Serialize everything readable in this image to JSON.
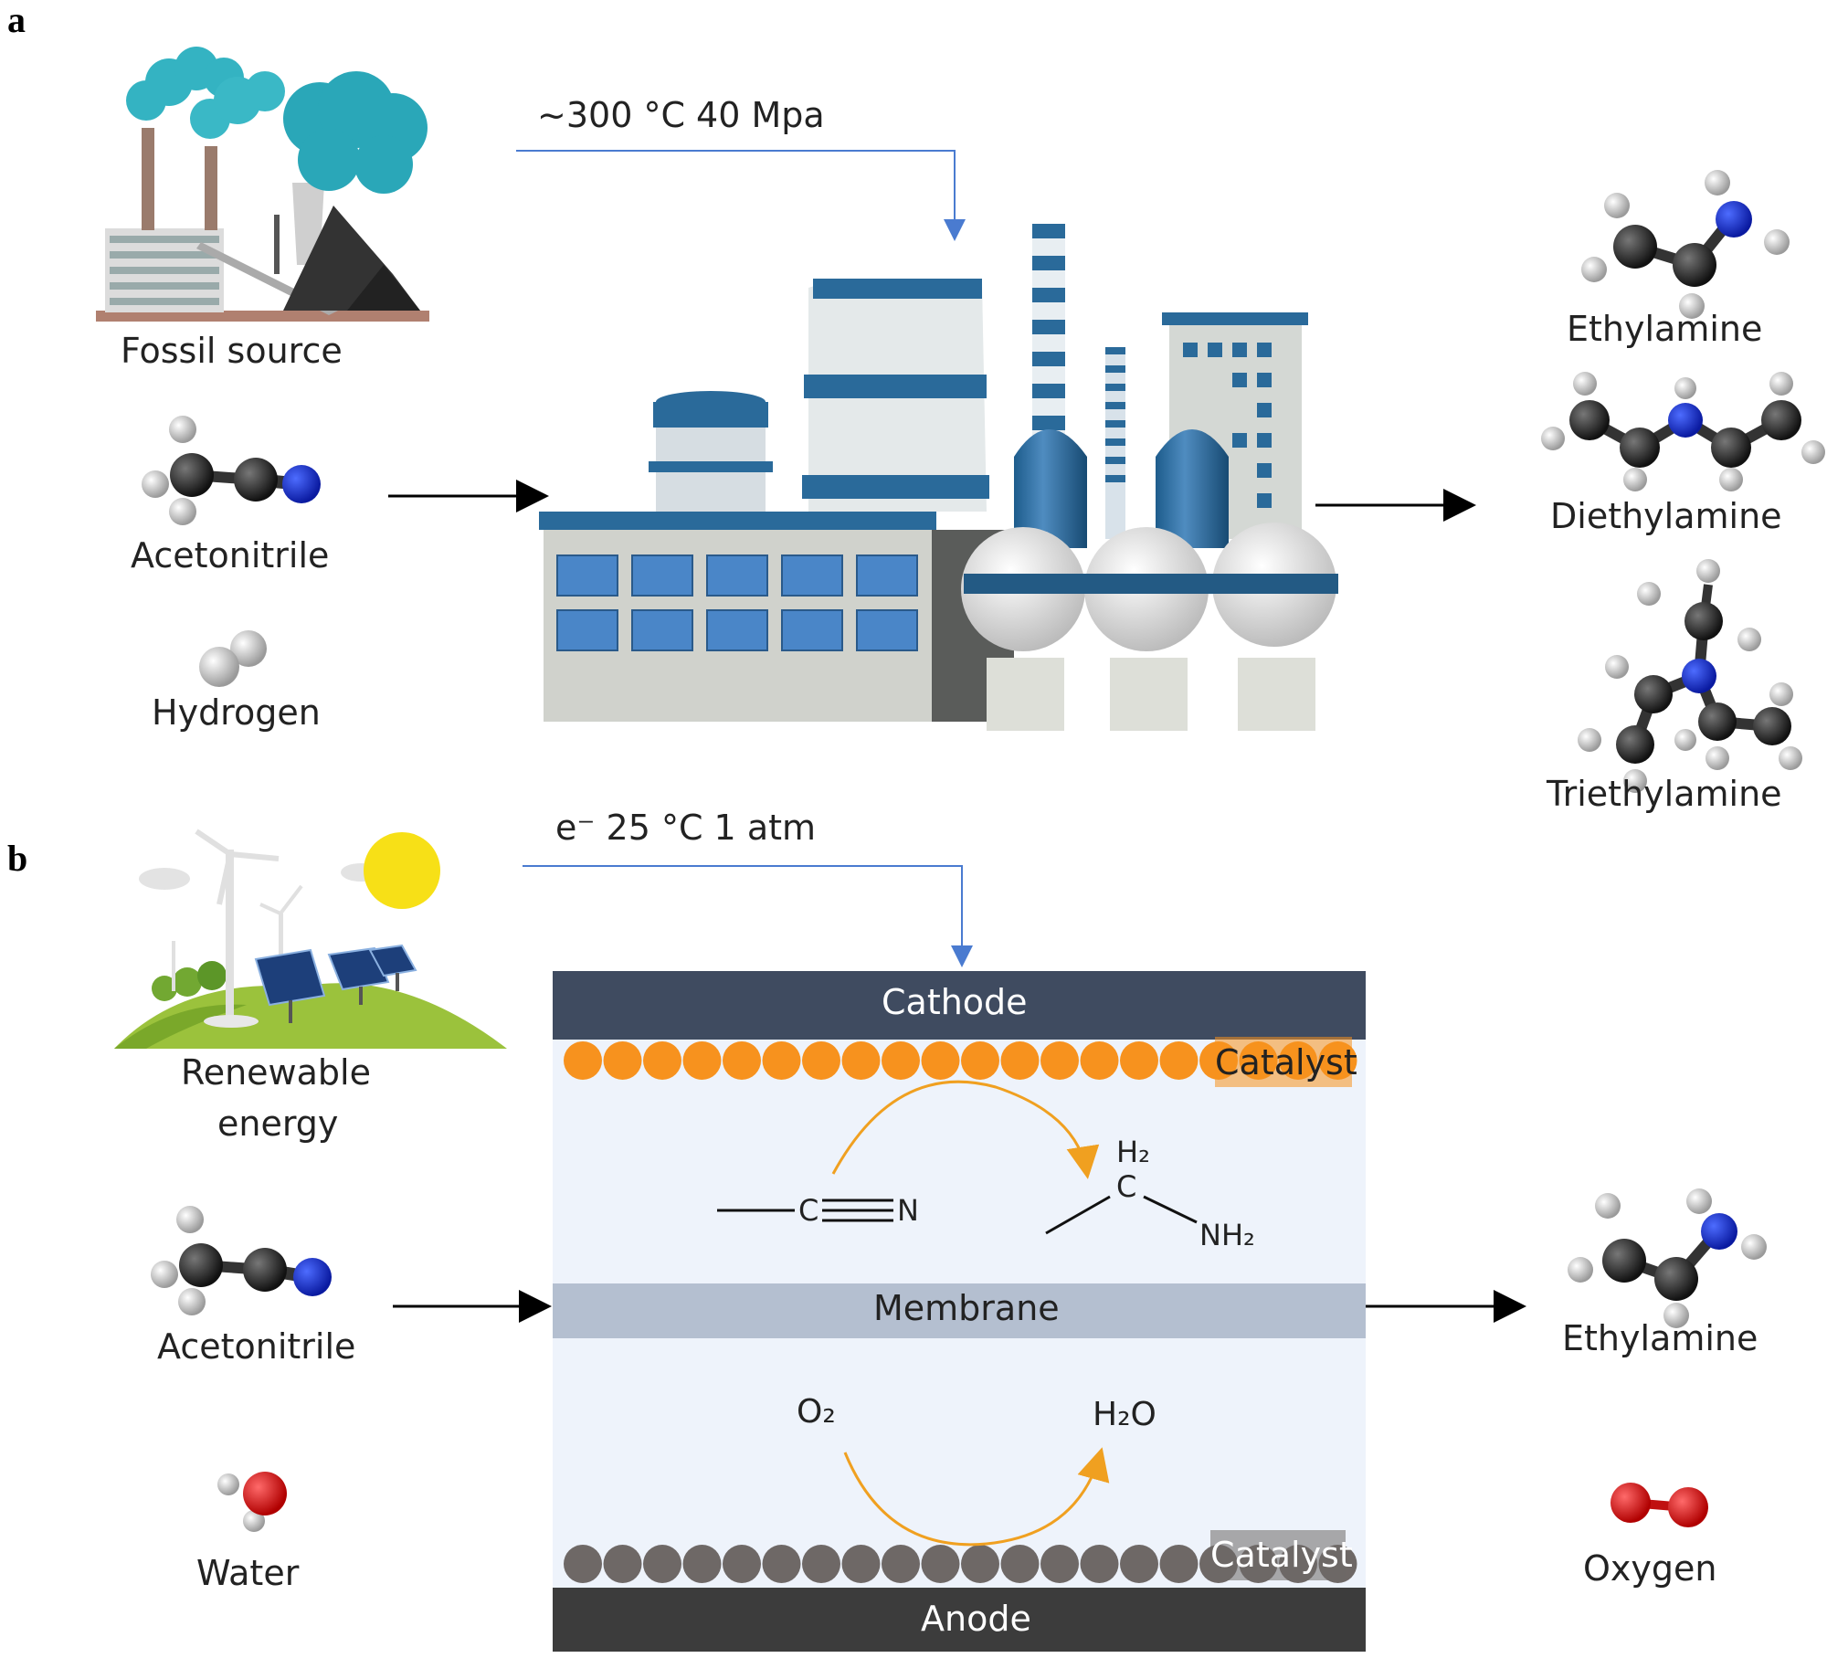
{
  "panel_a": {
    "letter": "a",
    "fossil_label": "Fossil source",
    "acetonitrile_label": "Acetonitrile",
    "hydrogen_label": "Hydrogen",
    "conditions": "~300 °C  40 Mpa",
    "products": [
      "Ethylamine",
      "Diethylamine",
      "Triethylamine"
    ]
  },
  "panel_b": {
    "letter": "b",
    "renewable_label_line1": "Renewable",
    "renewable_label_line2": "energy",
    "acetonitrile_label": "Acetonitrile",
    "water_label": "Water",
    "conditions": "e⁻  25 °C  1 atm",
    "cathode_label": "Cathode",
    "anode_label": "Anode",
    "membrane_label": "Membrane",
    "catalyst_top_label": "Catalyst",
    "catalyst_bottom_label": "Catalyst",
    "reactant_c": "C",
    "reactant_n": "N",
    "product_h2": "H₂",
    "product_c": "C",
    "product_nh2": "NH₂",
    "anode_reactant": "O₂",
    "anode_product": "H₂O",
    "product_ethylamine": "Ethylamine",
    "product_oxygen": "Oxygen"
  },
  "colors": {
    "cathode": "#3f4b60",
    "anode": "#3c3c3c",
    "membrane": "#b4bfd0",
    "cell_bg": "#eef3fb",
    "catalyst_orange": "#f7921e",
    "catalyst_gray": "#6e6866",
    "arrow_blue": "#4a7bd0",
    "reaction_arc": "#f0a020",
    "factory_blue": "#2a6a9a"
  }
}
